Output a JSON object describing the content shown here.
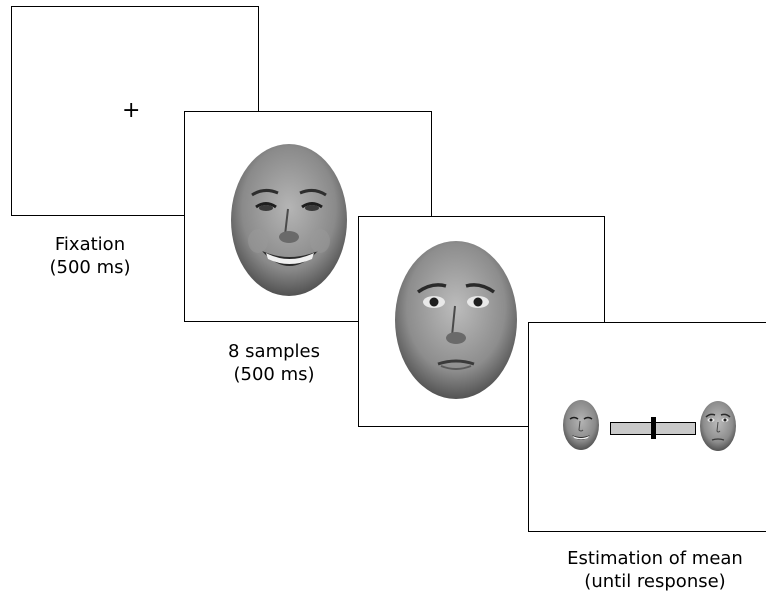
{
  "fixation": {
    "symbol": "+",
    "caption_line1": "Fixation",
    "caption_line2": "(500 ms)"
  },
  "samples": {
    "caption_line1": "8 samples",
    "caption_line2": "(500 ms)",
    "faces": [
      "happy-face",
      "fearful-face"
    ]
  },
  "response": {
    "caption_line1": "Estimation of mean",
    "caption_line2": "(until response)",
    "left_anchor": "happy-face",
    "right_anchor": "fearful-face",
    "slider_position": 0.5
  },
  "colors": {
    "frame_border": "#000000",
    "slider_track": "#c9c9c9",
    "slider_handle": "#000000"
  }
}
